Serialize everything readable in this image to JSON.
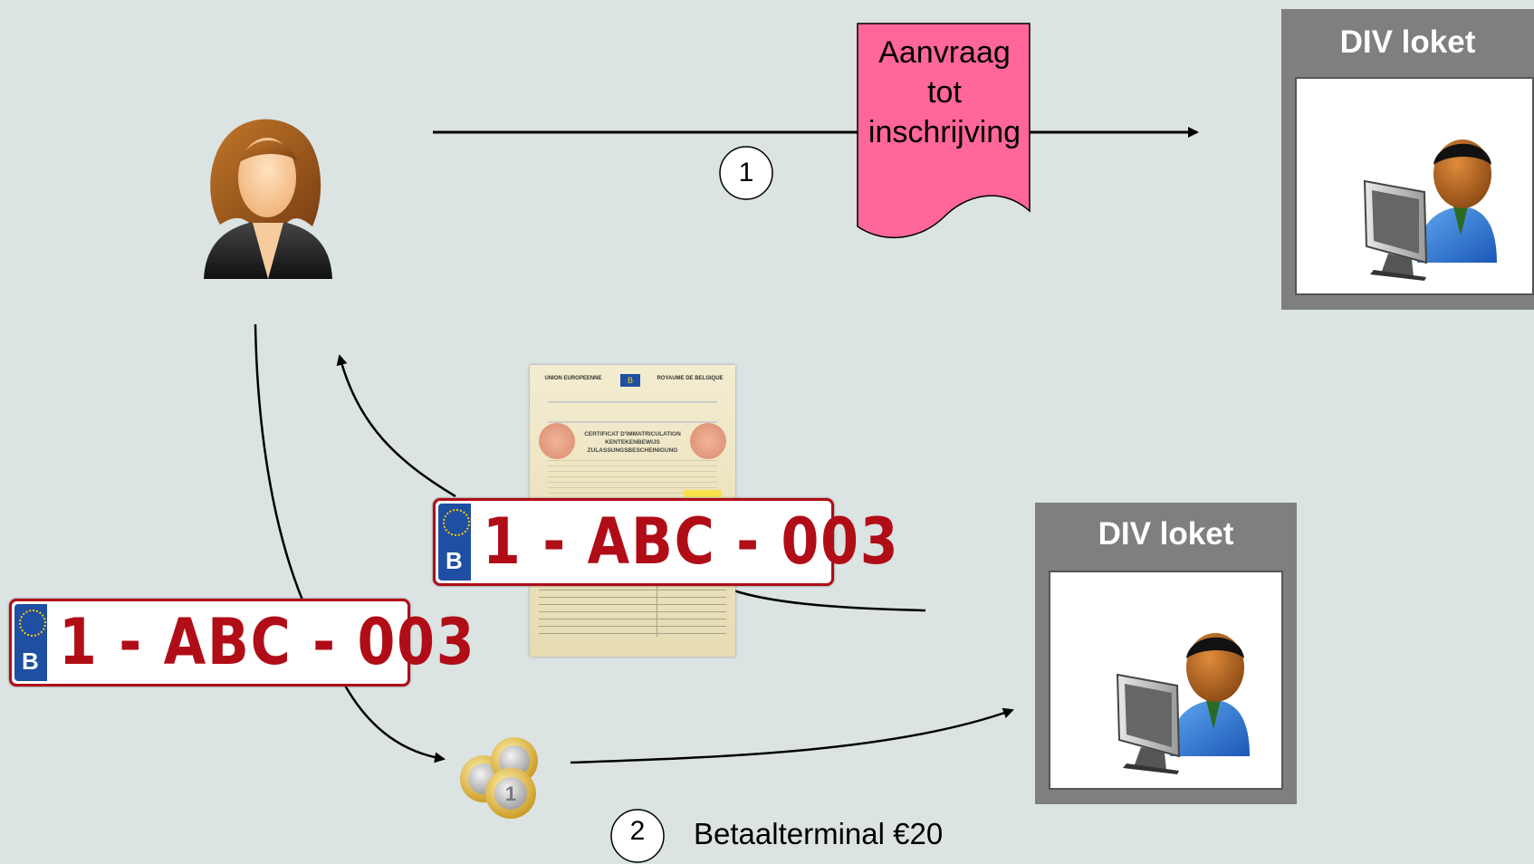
{
  "colors": {
    "background": "#dbe3e3",
    "request_doc_fill": "#ff6699",
    "loket_frame": "#7f7f7f",
    "plate_red": "#b00d17",
    "eu_blue": "#1e4fa3"
  },
  "icons": {
    "citizen": "female-user-icon",
    "clerk": "computer-user-icon",
    "coins": "euro-coins-icon",
    "certificate": "registration-certificate-icon",
    "plate": "license-plate-icon"
  },
  "request_document": {
    "lines": [
      "Aanvraag",
      "tot",
      "inschrijving"
    ]
  },
  "steps": [
    {
      "number": "1"
    },
    {
      "number": "2",
      "label": "Betaalterminal €20"
    }
  ],
  "lokets": [
    {
      "title": "DIV loket"
    },
    {
      "title": "DIV loket"
    }
  ],
  "plate": {
    "country": "B",
    "number": "1 - ABC - 003"
  },
  "certificate": {
    "header_left": "UNION EUROPEENNE",
    "header_right": "ROYAUME DE BELGIQUE",
    "title": "CERTIFICAT D'IMMATRICULATION",
    "subtitle_1": "KENTEKENBEWIJS",
    "subtitle_2": "ZULASSUNGSBESCHEINIGUNG"
  }
}
